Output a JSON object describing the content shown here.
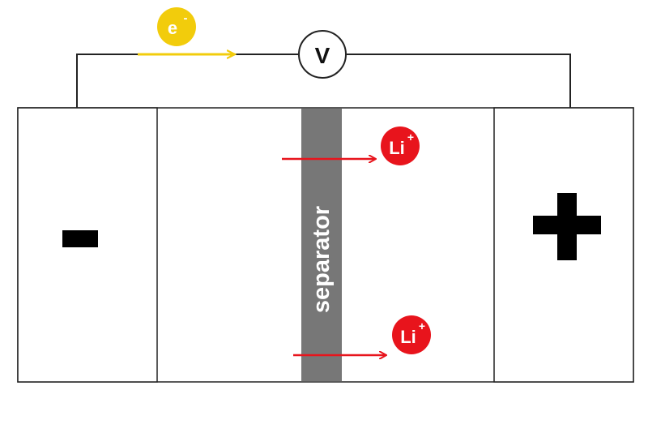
{
  "diagram": {
    "voltmeter": {
      "label": "V"
    },
    "electron": {
      "label": "e",
      "charge": "-",
      "color": "#f2cc0c"
    },
    "separator": {
      "label": "separator",
      "color": "#777777"
    },
    "negative_electrode": {
      "symbol": "-"
    },
    "positive_electrode": {
      "symbol": "+"
    },
    "ions": [
      {
        "label": "Li",
        "charge": "+"
      },
      {
        "label": "Li",
        "charge": "+"
      }
    ],
    "colors": {
      "wire": "#222222",
      "ion": "#e8141c",
      "ion_arrow": "#e8141c",
      "electron_arrow": "#f2cc0c",
      "outline": "#111111"
    }
  }
}
